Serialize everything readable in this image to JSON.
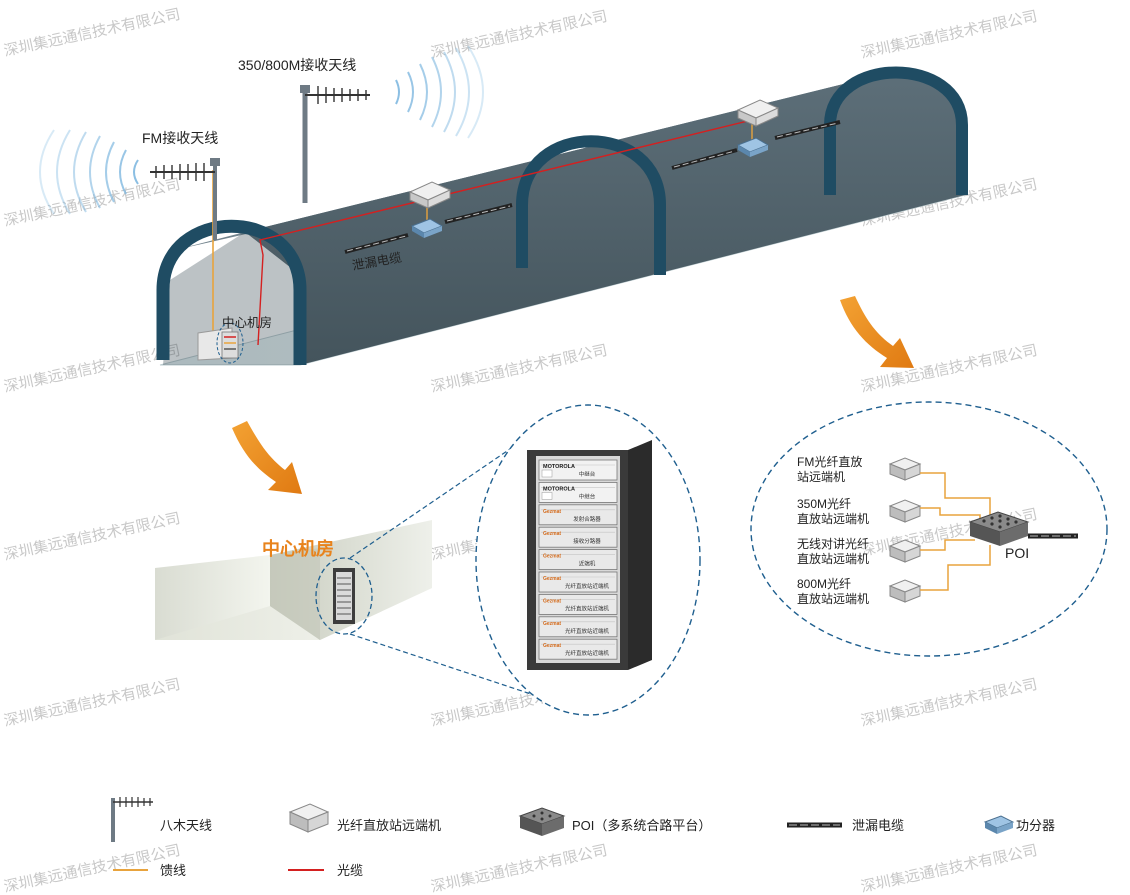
{
  "watermark": "深圳集远通信技术有限公司",
  "tunnel": {
    "antenna_350_800": "350/800M接收天线",
    "antenna_fm": "FM接收天线",
    "leaky_cable_label": "泄漏电缆",
    "center_room_label": "中心机房"
  },
  "room": {
    "title": "中心机房"
  },
  "rack": {
    "units": [
      {
        "brand": "MOTOROLA",
        "name": "中继台"
      },
      {
        "brand": "MOTOROLA",
        "name": "中继台"
      },
      {
        "brand": "Gezmat",
        "name": "发射合路器"
      },
      {
        "brand": "Gezmat",
        "name": "接收分路器"
      },
      {
        "brand": "Gezmat",
        "name": "近端机"
      },
      {
        "brand": "Gezmat",
        "name": "光纤直放站近端机"
      },
      {
        "brand": "Gezmat",
        "name": "光纤直放站近端机"
      },
      {
        "brand": "Gezmat",
        "name": "光纤直放站近端机"
      },
      {
        "brand": "Gezmat",
        "name": "光纤直放站近端机"
      }
    ]
  },
  "remote_detail": {
    "items": [
      "FM光纤直放站远端机",
      "350M光纤直放站远端机",
      "无线对讲光纤直放站远端机",
      "800M光纤直放站远端机"
    ],
    "item_lines": [
      [
        "FM光纤直放",
        "站远端机"
      ],
      [
        "350M光纤",
        "直放站远端机"
      ],
      [
        "无线对讲光纤",
        "直放站远端机"
      ],
      [
        "800M光纤",
        "直放站远端机"
      ]
    ],
    "poi_label": "POI"
  },
  "legend": {
    "yagi": "八木天线",
    "remote": "光纤直放站远端机",
    "poi": "POI（多系统合路平台）",
    "leaky": "泄漏电缆",
    "splitter": "功分器",
    "feeder": "馈线",
    "fiber": "光缆"
  },
  "colors": {
    "arch": "#1f4c63",
    "tunnel_top": "#6a7f89",
    "tunnel_body": "#52646d",
    "feeder": "#e8a33d",
    "fiber": "#d42020",
    "orange": "#e8831c",
    "dashed": "#1f5f8f"
  }
}
